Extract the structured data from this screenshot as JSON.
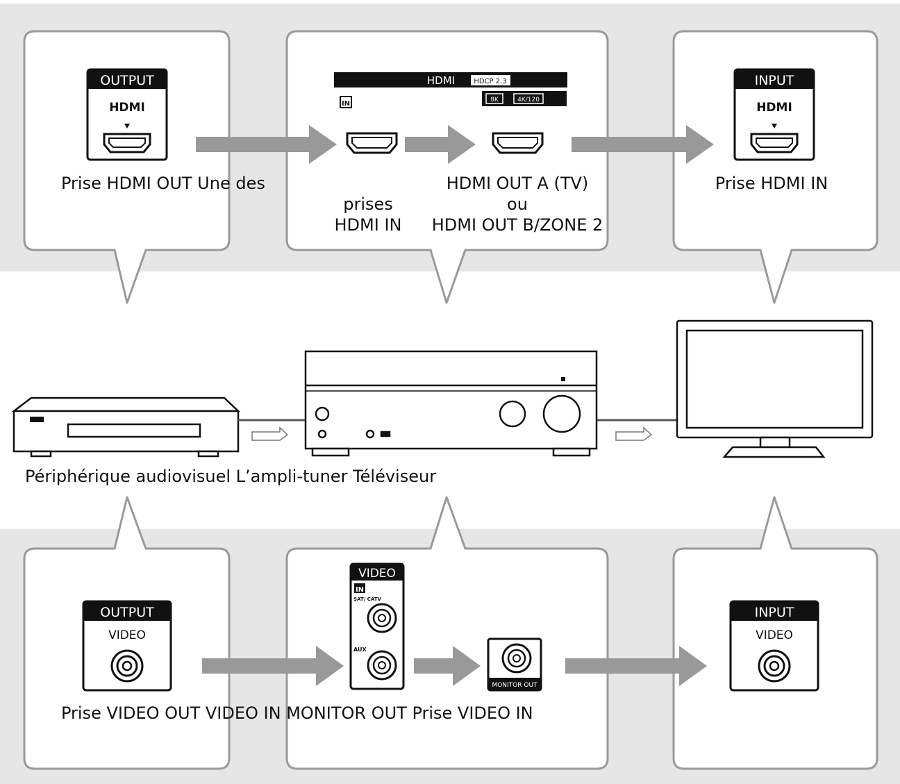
{
  "top": {
    "source_badge": {
      "header": "OUTPUT",
      "type": "HDMI"
    },
    "source_caption": "Prise HDMI OUT Une des",
    "receiver_panel": {
      "bar_label": "HDMI",
      "hdcp_label": "HDCP 2.3",
      "in_tag": "IN",
      "tag_8k": "8K",
      "tag_4k120": "4K/120"
    },
    "hdmi_in_caption_1": "prises",
    "hdmi_in_caption_2": "HDMI IN",
    "hdmi_out_caption_1": "HDMI OUT A (TV)",
    "hdmi_out_caption_2": "ou",
    "hdmi_out_caption_3": "HDMI OUT B/ZONE 2",
    "tv_badge": {
      "header": "INPUT",
      "type": "HDMI"
    },
    "tv_caption": "Prise HDMI IN"
  },
  "devices": {
    "caption": "Périphérique audiovisuel L’ampli-tuner Téléviseur"
  },
  "bottom": {
    "source_badge": {
      "header": "OUTPUT",
      "type": "VIDEO"
    },
    "receiver_panel": {
      "header": "VIDEO",
      "in_tag": "IN",
      "sat_label": "SAT/ CATV",
      "aux_label": "AUX",
      "monitor_label": "MONITOR OUT"
    },
    "tv_badge": {
      "header": "INPUT",
      "type": "VIDEO"
    },
    "caption": "Prise VIDEO OUT VIDEO IN MONITOR OUT Prise VIDEO IN"
  },
  "colors": {
    "band": "#e6e6e6",
    "bubble_stroke": "#9a9a9a",
    "arrow": "#999999",
    "ink": "#111111"
  }
}
